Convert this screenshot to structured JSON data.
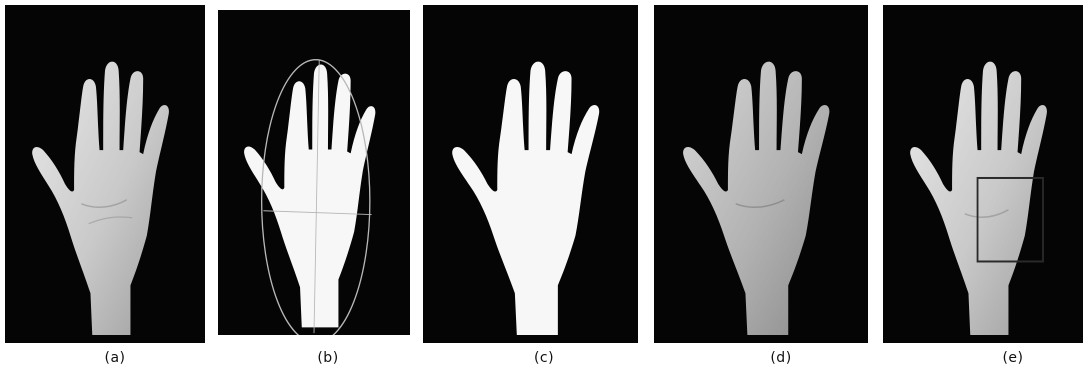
{
  "figure": {
    "panels": [
      {
        "id": "a",
        "caption": "(a)",
        "content": "grayscale-hand"
      },
      {
        "id": "b",
        "caption": "(b)",
        "content": "binary-hand-with-fitted-ellipse"
      },
      {
        "id": "c",
        "caption": "(c)",
        "content": "binary-hand-mask"
      },
      {
        "id": "d",
        "caption": "(d)",
        "content": "grayscale-hand"
      },
      {
        "id": "e",
        "caption": "(e)",
        "content": "grayscale-hand-with-palm-roi"
      }
    ]
  },
  "colors": {
    "background": "#050505",
    "binary_hand": "#f7f7f7",
    "overlay_lines": "#b8b8b8",
    "roi_box": "#2a2a2a"
  }
}
